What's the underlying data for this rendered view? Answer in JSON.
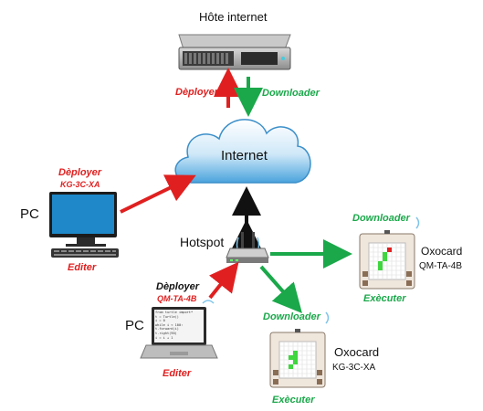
{
  "server": {
    "label": "Hôte internet"
  },
  "server_links": {
    "deploy": "Dèployer",
    "download": "Downloader"
  },
  "cloud": {
    "label": "Internet"
  },
  "pc1": {
    "label": "PC",
    "deploy": "Dèployer",
    "code": "KG-3C-XA",
    "edit": "Editer"
  },
  "hotspot": {
    "label": "Hotspot"
  },
  "pc2": {
    "label": "PC",
    "deploy": "Dèployer",
    "code": "QM-TA-4B",
    "edit": "Editer",
    "code_lines": [
      "from turtle import*",
      "t = Turtle()",
      "i = 0",
      "while i < 100:",
      "  t.forward(i)",
      "  t.right(90)",
      "  i = i + 1"
    ]
  },
  "oxocard1": {
    "download": "Downloader",
    "name": "Oxocard",
    "code": "QM-TA-4B",
    "run": "Exècuter"
  },
  "oxocard2": {
    "download": "Downloader",
    "name": "Oxocard",
    "code": "KG-3C-XA",
    "run": "Exècuter"
  },
  "colors": {
    "red": "#e02020",
    "green": "#1aa84a",
    "black": "#111111",
    "cloud": "#4aa3dd"
  }
}
